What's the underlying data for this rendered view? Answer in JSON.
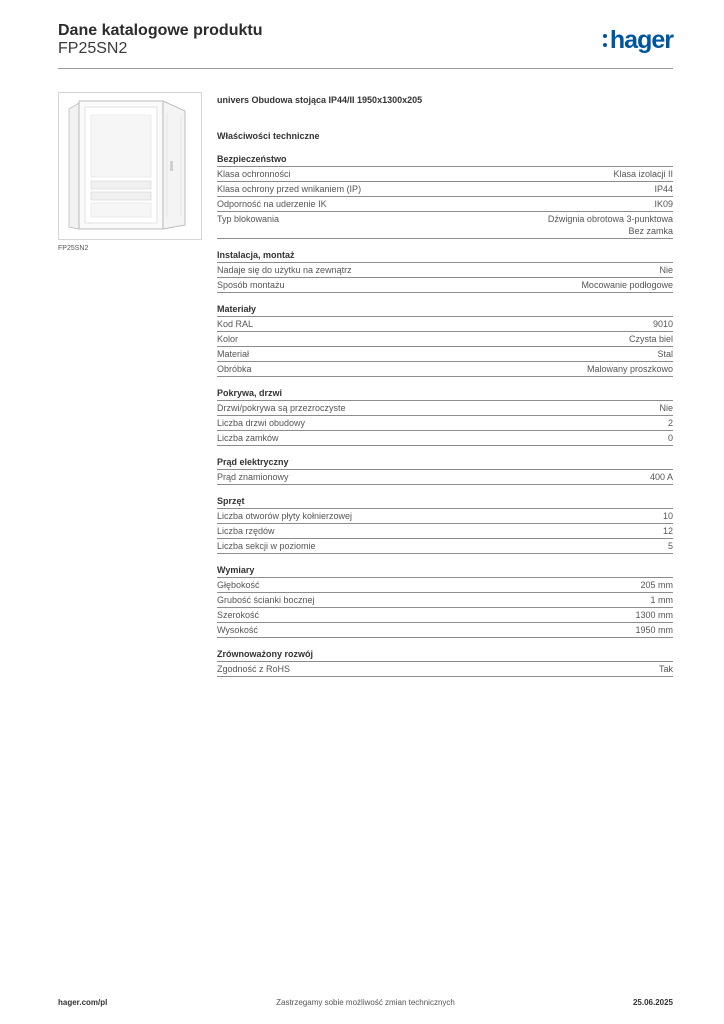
{
  "header": {
    "title": "Dane katalogowe produktu",
    "code": "FP25SN2",
    "logo_text": "hager",
    "logo_color": "#00559f"
  },
  "image": {
    "caption": "FP25SN2"
  },
  "product": {
    "description": "univers Obudowa stojąca IP44/II 1950x1300x205",
    "properties_title": "Właściwości techniczne"
  },
  "sections": [
    {
      "title": "Bezpieczeństwo",
      "rows": [
        {
          "label": "Klasa ochronności",
          "value": "Klasa izolacji II"
        },
        {
          "label": "Klasa ochrony przed wnikaniem (IP)",
          "value": "IP44"
        },
        {
          "label": "Odporność na uderzenie IK",
          "value": "IK09"
        },
        {
          "label": "Typ blokowania",
          "value": "Dźwignia obrotowa 3-punktowa\nBez zamka"
        }
      ]
    },
    {
      "title": "Instalacja, montaż",
      "rows": [
        {
          "label": "Nadaje się do użytku na zewnątrz",
          "value": "Nie"
        },
        {
          "label": "Sposób montażu",
          "value": "Mocowanie podłogowe"
        }
      ]
    },
    {
      "title": "Materiały",
      "rows": [
        {
          "label": "Kod RAL",
          "value": "9010"
        },
        {
          "label": "Kolor",
          "value": "Czysta biel"
        },
        {
          "label": "Materiał",
          "value": "Stal"
        },
        {
          "label": "Obróbka",
          "value": "Malowany proszkowo"
        }
      ]
    },
    {
      "title": "Pokrywa, drzwi",
      "rows": [
        {
          "label": "Drzwi/pokrywa są przezroczyste",
          "value": "Nie"
        },
        {
          "label": "Liczba drzwi obudowy",
          "value": "2"
        },
        {
          "label": "Liczba zamków",
          "value": "0"
        }
      ]
    },
    {
      "title": "Prąd elektryczny",
      "rows": [
        {
          "label": "Prąd znamionowy",
          "value": "400 A"
        }
      ]
    },
    {
      "title": "Sprzęt",
      "rows": [
        {
          "label": "Liczba otworów płyty kołnierzowej",
          "value": "10"
        },
        {
          "label": "Liczba rzędów",
          "value": "12"
        },
        {
          "label": "Liczba sekcji w poziomie",
          "value": "5"
        }
      ]
    },
    {
      "title": "Wymiary",
      "rows": [
        {
          "label": "Głębokość",
          "value": "205 mm"
        },
        {
          "label": "Grubość ścianki bocznej",
          "value": "1 mm"
        },
        {
          "label": "Szerokość",
          "value": "1300 mm"
        },
        {
          "label": "Wysokość",
          "value": "1950 mm"
        }
      ]
    },
    {
      "title": "Zrównoważony rozwój",
      "rows": [
        {
          "label": "Zgodność z RoHS",
          "value": "Tak"
        }
      ]
    }
  ],
  "footer": {
    "website": "hager.com/pl",
    "disclaimer": "Zastrzegamy sobie możliwość zmian technicznych",
    "date": "25.06.2025"
  }
}
